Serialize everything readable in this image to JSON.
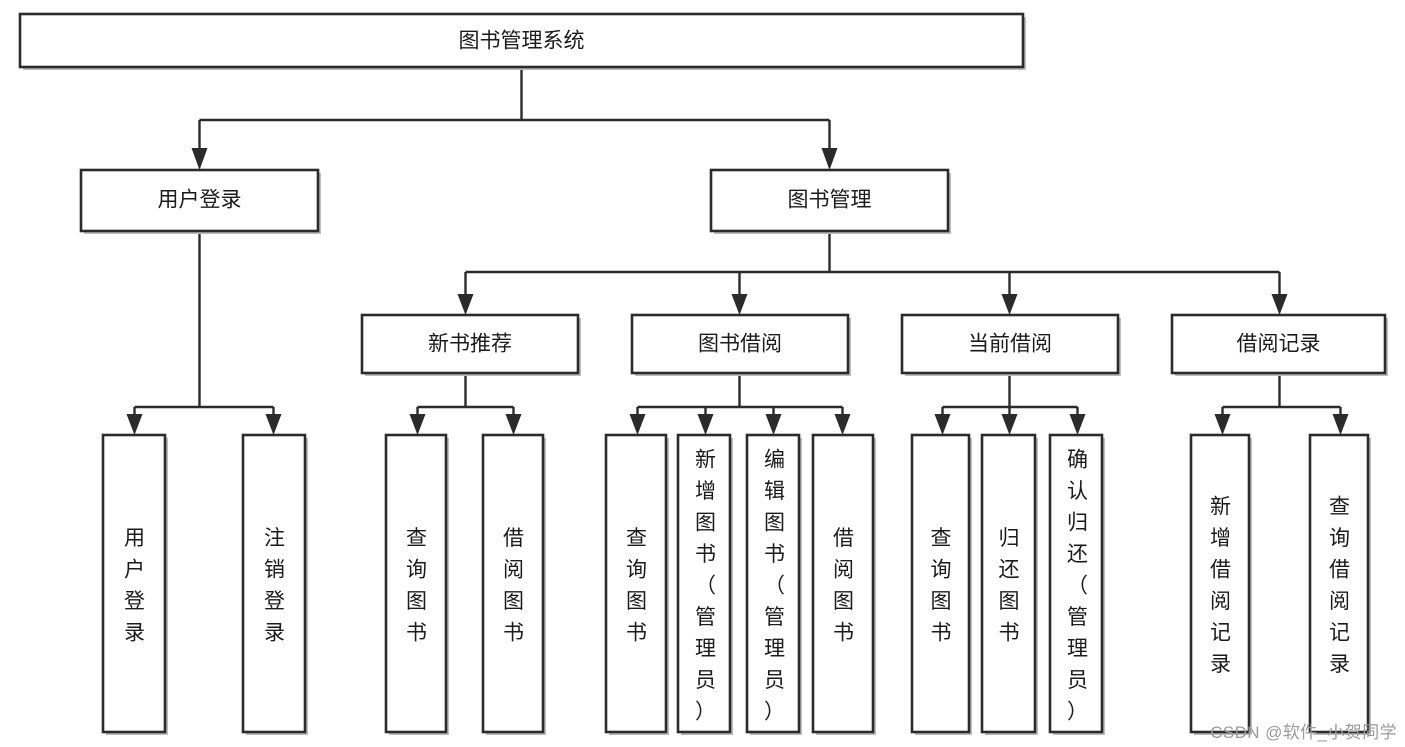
{
  "diagram": {
    "type": "tree-hierarchy",
    "root": {
      "id": "root",
      "label": "图书管理系统"
    },
    "level2": [
      {
        "id": "user-login",
        "label": "用户登录"
      },
      {
        "id": "book-management",
        "label": "图书管理"
      }
    ],
    "level3": [
      {
        "id": "new-book-recommend",
        "label": "新书推荐",
        "parent": "book-management"
      },
      {
        "id": "book-borrow",
        "label": "图书借阅",
        "parent": "book-management"
      },
      {
        "id": "current-borrow",
        "label": "当前借阅",
        "parent": "book-management"
      },
      {
        "id": "borrow-record",
        "label": "借阅记录",
        "parent": "book-management"
      }
    ],
    "leaves": [
      {
        "id": "leaf-user-login",
        "label": "用户登录",
        "parent": "user-login"
      },
      {
        "id": "leaf-logout-login",
        "label": "注销登录",
        "parent": "user-login"
      },
      {
        "id": "leaf-query-book-1",
        "label": "查询图书",
        "parent": "new-book-recommend"
      },
      {
        "id": "leaf-borrow-book-1",
        "label": "借阅图书",
        "parent": "new-book-recommend"
      },
      {
        "id": "leaf-query-book-2",
        "label": "查询图书",
        "parent": "book-borrow"
      },
      {
        "id": "leaf-add-book",
        "label": "新增图书（管理员）",
        "parent": "book-borrow"
      },
      {
        "id": "leaf-edit-book",
        "label": "编辑图书（管理员）",
        "parent": "book-borrow"
      },
      {
        "id": "leaf-borrow-book-2",
        "label": "借阅图书",
        "parent": "book-borrow"
      },
      {
        "id": "leaf-query-book-3",
        "label": "查询图书",
        "parent": "current-borrow"
      },
      {
        "id": "leaf-return-book",
        "label": "归还图书",
        "parent": "current-borrow"
      },
      {
        "id": "leaf-confirm-return",
        "label": "确认归还（管理员）",
        "parent": "current-borrow"
      },
      {
        "id": "leaf-add-record",
        "label": "新增借阅记录",
        "parent": "borrow-record"
      },
      {
        "id": "leaf-query-record",
        "label": "查询借阅记录",
        "parent": "borrow-record"
      }
    ],
    "colors": {
      "box_stroke": "#2b2b2b",
      "box_fill": "#ffffff",
      "connector": "#2b2b2b",
      "text": "#1b1b1b",
      "watermark": "#9a9a9a",
      "background": "#ffffff"
    }
  },
  "watermark": {
    "text": "CSDN @软件_小贺同学"
  }
}
